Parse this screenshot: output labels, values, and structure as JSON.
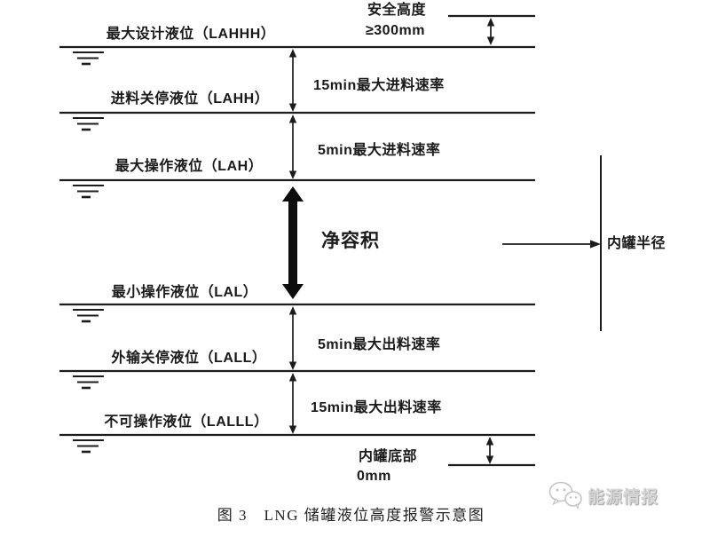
{
  "figure": {
    "caption": "图 3　LNG 储罐液位高度报警示意图",
    "watermark_text": "能源情报"
  },
  "levels": {
    "lahhh": "最大设计液位（LAHHH）",
    "lahh": "进料关停液位（LAHH）",
    "lah": "最大操作液位（LAH）",
    "lal": "最小操作液位（LAL）",
    "lall": "外输关停液位（LALL）",
    "lalll": "不可操作液位（LALLL）"
  },
  "annotations": {
    "safety_height_title": "安全高度",
    "safety_height_value": "≥300mm",
    "feed_rate_15min": "15min最大进料速率",
    "feed_rate_5min": "5min最大进料速率",
    "net_volume": "净容积",
    "inner_tank_radius": "内罐半径",
    "outflow_rate_5min": "5min最大出料速率",
    "outflow_rate_15min": "15min最大出料速率",
    "tank_bottom_title": "内罐底部",
    "tank_bottom_value": "0mm"
  },
  "colors": {
    "line": "#1c1c1c",
    "watermark": "#c9c9c9"
  }
}
